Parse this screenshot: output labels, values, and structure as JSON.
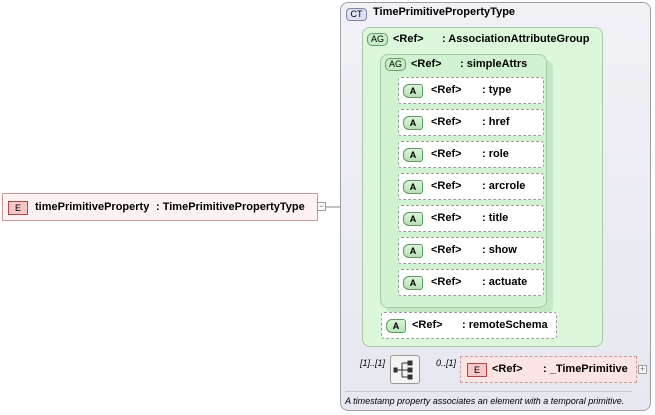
{
  "root_element": {
    "tag": "E",
    "name": "timePrimitiveProperty",
    "type": ": TimePrimitivePropertyType"
  },
  "complex_type": {
    "tag": "CT",
    "name": "TimePrimitivePropertyType"
  },
  "attribute_group": {
    "tag": "AG",
    "ref": "<Ref>",
    "name": ": AssociationAttributeGroup"
  },
  "inner_group": {
    "tag": "AG",
    "ref": "<Ref>",
    "name": ": simpleAttrs"
  },
  "attributes": [
    {
      "tag": "A",
      "ref": "<Ref>",
      "name": ": type"
    },
    {
      "tag": "A",
      "ref": "<Ref>",
      "name": ": href"
    },
    {
      "tag": "A",
      "ref": "<Ref>",
      "name": ": role"
    },
    {
      "tag": "A",
      "ref": "<Ref>",
      "name": ": arcrole"
    },
    {
      "tag": "A",
      "ref": "<Ref>",
      "name": ": title"
    },
    {
      "tag": "A",
      "ref": "<Ref>",
      "name": ": show"
    },
    {
      "tag": "A",
      "ref": "<Ref>",
      "name": ": actuate"
    }
  ],
  "remote_schema": {
    "tag": "A",
    "ref": "<Ref>",
    "name": ": remoteSchema"
  },
  "sequence": {
    "occurrence": "[1]..[1]"
  },
  "child_element": {
    "tag": "E",
    "ref": "<Ref>",
    "name": ": _TimePrimitive",
    "occurrence": "0..[1]"
  },
  "documentation": "A timestamp property associates an element with a temporal primitive.",
  "expander_symbol": "−",
  "expander_plus": "+",
  "colors": {
    "element_fill": "#fff2f2",
    "attribute_group_fill": "#dcf7dc",
    "complex_type_fill": "#e9eaf1"
  }
}
